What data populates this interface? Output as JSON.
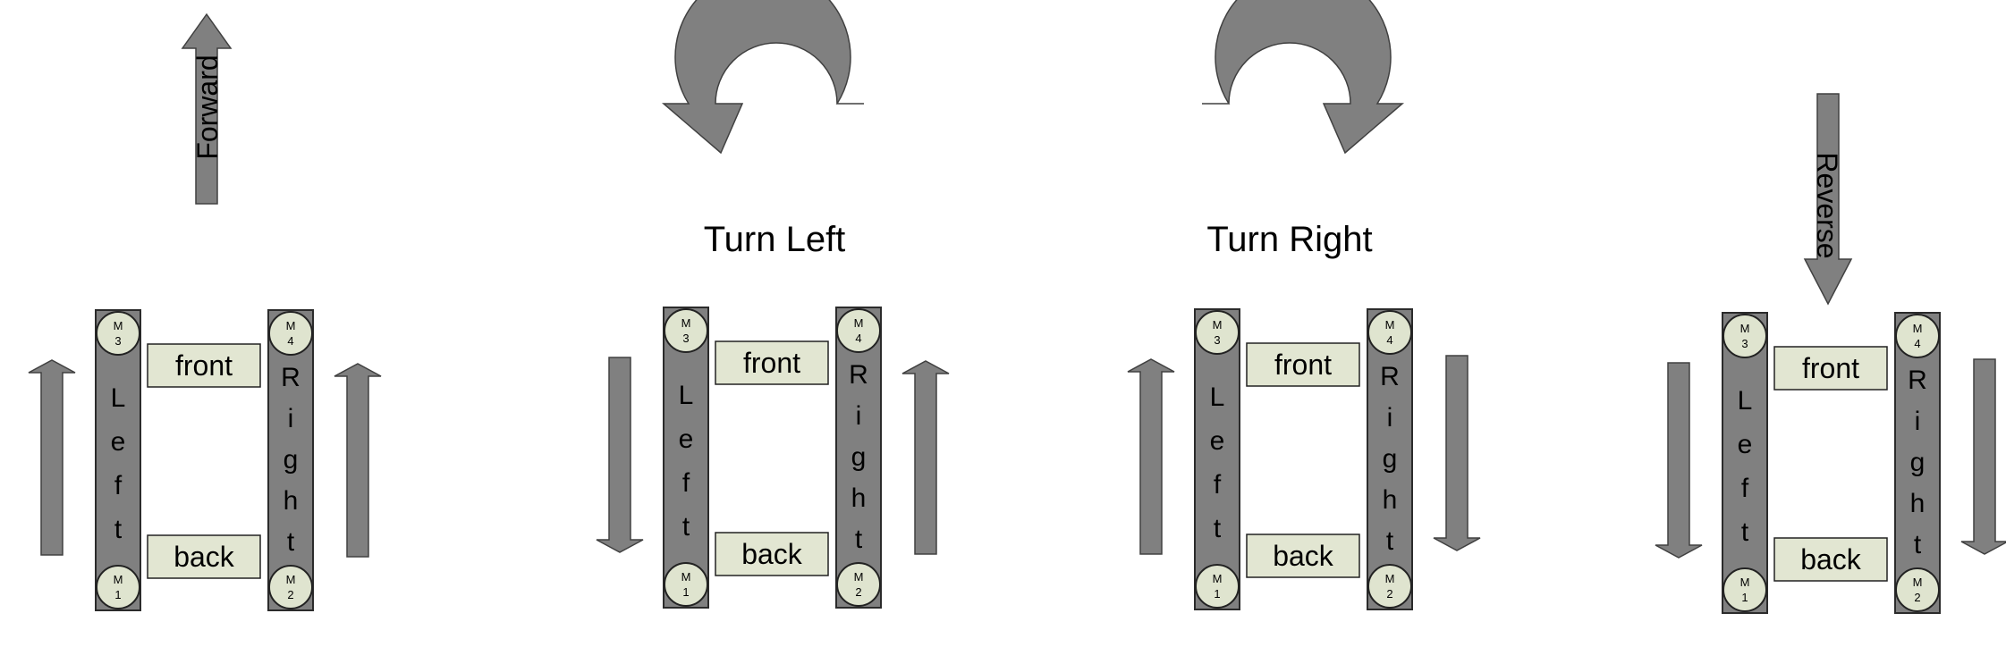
{
  "titles": {
    "forward": "Forward",
    "turn_left": "Turn Left",
    "turn_right": "Turn Right",
    "reverse": "Reverse"
  },
  "robot": {
    "left_letters": [
      "L",
      "e",
      "f",
      "t"
    ],
    "right_letters": [
      "R",
      "i",
      "g",
      "h",
      "t"
    ],
    "front": "front",
    "back": "back",
    "motors": {
      "m3": [
        "M",
        "3"
      ],
      "m4": [
        "M",
        "4"
      ],
      "m1": [
        "M",
        "1"
      ],
      "m2": [
        "M",
        "2"
      ]
    }
  },
  "colors": {
    "arrow": "#808080",
    "track": "#808080",
    "wheel": "#dfe4cf",
    "label_box": "#e2e6d2"
  }
}
